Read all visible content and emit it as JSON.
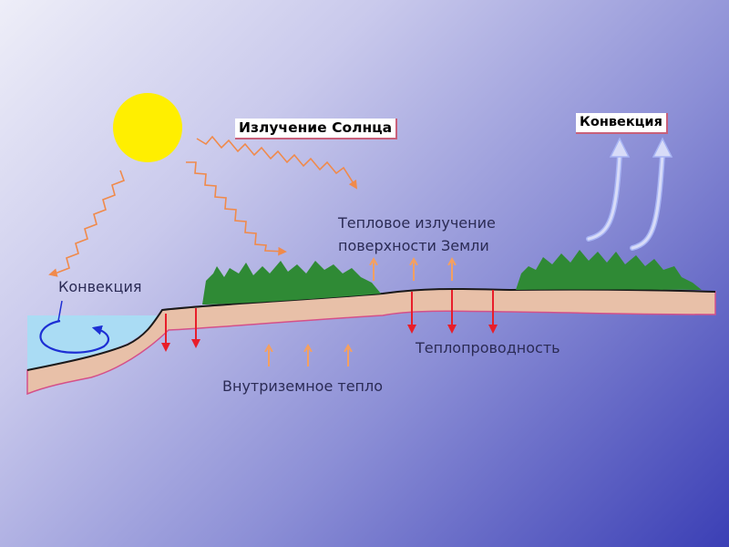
{
  "labels": {
    "solar_radiation": "Излучение Солнца",
    "convection_top": "Конвекция",
    "convection_water": "Конвекция",
    "thermal_radiation_line1": "Тепловое излучение",
    "thermal_radiation_line2": "поверхности Земли",
    "thermal_conduction": "Теплопроводность",
    "internal_heat": "Внутриземное тепло"
  },
  "colors": {
    "sun": "#ffef00",
    "ray": "#f08a4b",
    "vegetation": "#2f8a35",
    "soil": "#e8c0a8",
    "water": "#aadcf4",
    "red_arrow": "#e81e2a",
    "orange_arrow": "#f4a060",
    "convection_arrow": "#a8b4f4"
  }
}
